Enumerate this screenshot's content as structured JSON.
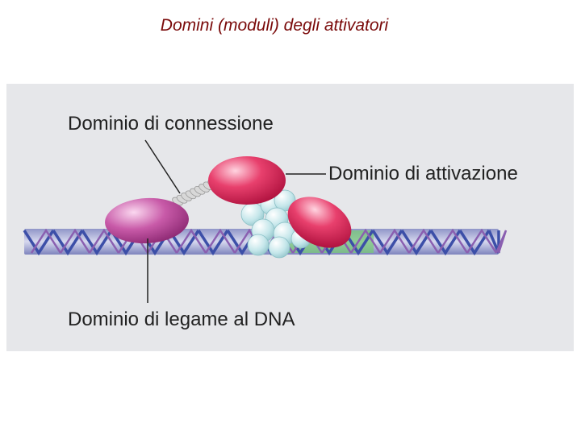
{
  "title": "Domini (moduli) degli attivatori",
  "diagram": {
    "labels": {
      "connection_domain": "Dominio di connessione",
      "activation_domain": "Dominio di attivazione",
      "dna_binding_domain": "Dominio di legame al DNA"
    },
    "colors": {
      "panel_background": "#e6e7ea",
      "title": "#7a0a0a",
      "activation_domain": "#e0285a",
      "dna_binding_domain": "#c0449a",
      "linker_coil": "#d8d8d8",
      "coactivator_beads": "#bfe3e6",
      "dna_strand_blue": "#3c4fa8",
      "dna_strand_purple": "#8a5fb0",
      "dna_binding_site": "#6cc46c"
    }
  }
}
